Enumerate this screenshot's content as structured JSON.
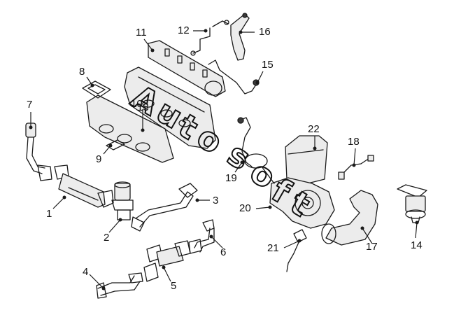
{
  "diagram": {
    "callouts": [
      {
        "id": "1",
        "text": "1"
      },
      {
        "id": "2",
        "text": "2"
      },
      {
        "id": "3",
        "text": "3"
      },
      {
        "id": "4",
        "text": "4"
      },
      {
        "id": "5",
        "text": "5"
      },
      {
        "id": "6",
        "text": "6"
      },
      {
        "id": "7",
        "text": "7"
      },
      {
        "id": "8",
        "text": "8"
      },
      {
        "id": "9",
        "text": "9"
      },
      {
        "id": "10",
        "text": "10"
      },
      {
        "id": "11",
        "text": "11"
      },
      {
        "id": "12",
        "text": "12"
      },
      {
        "id": "13",
        "text": "13"
      },
      {
        "id": "14",
        "text": "14"
      },
      {
        "id": "15",
        "text": "15"
      },
      {
        "id": "16",
        "text": "16"
      },
      {
        "id": "17",
        "text": "17"
      },
      {
        "id": "18",
        "text": "18"
      },
      {
        "id": "19",
        "text": "19"
      },
      {
        "id": "20",
        "text": "20"
      },
      {
        "id": "21",
        "text": "21"
      },
      {
        "id": "22",
        "text": "22"
      }
    ],
    "watermark": {
      "letters": [
        "A",
        "u",
        "t",
        "o",
        "s",
        "o",
        "f",
        "t"
      ]
    }
  }
}
